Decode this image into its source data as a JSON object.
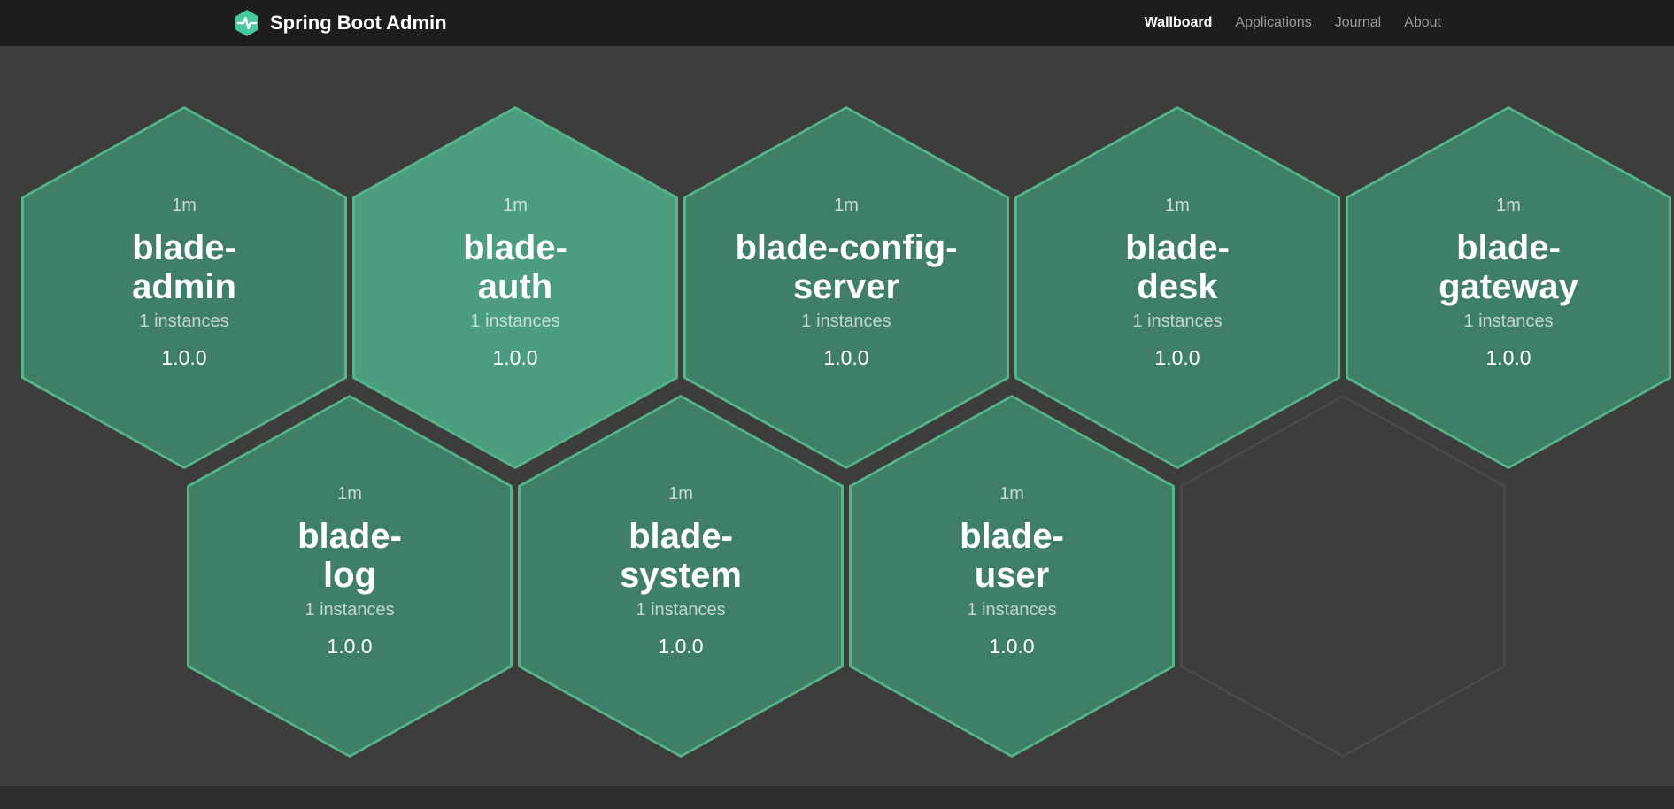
{
  "navbar": {
    "brand": "Spring Boot Admin",
    "items": [
      {
        "label": "Wallboard",
        "active": true
      },
      {
        "label": "Applications",
        "active": false
      },
      {
        "label": "Journal",
        "active": false
      },
      {
        "label": "About",
        "active": false
      }
    ]
  },
  "wallboard": {
    "applications": [
      {
        "uptime": "1m",
        "name": "blade-\nadmin",
        "instances": "1 instances",
        "version": "1.0.0",
        "status": "up"
      },
      {
        "uptime": "1m",
        "name": "blade-\nauth",
        "instances": "1 instances",
        "version": "1.0.0",
        "status": "up"
      },
      {
        "uptime": "1m",
        "name": "blade-config-\nserver",
        "instances": "1 instances",
        "version": "1.0.0",
        "status": "up"
      },
      {
        "uptime": "1m",
        "name": "blade-\ndesk",
        "instances": "1 instances",
        "version": "1.0.0",
        "status": "up"
      },
      {
        "uptime": "1m",
        "name": "blade-\ngateway",
        "instances": "1 instances",
        "version": "1.0.0",
        "status": "up"
      },
      {
        "uptime": "1m",
        "name": "blade-\nlog",
        "instances": "1 instances",
        "version": "1.0.0",
        "status": "up"
      },
      {
        "uptime": "1m",
        "name": "blade-\nsystem",
        "instances": "1 instances",
        "version": "1.0.0",
        "status": "up"
      },
      {
        "uptime": "1m",
        "name": "blade-\nuser",
        "instances": "1 instances",
        "version": "1.0.0",
        "status": "up"
      }
    ],
    "colors": {
      "hex_fill": "#3f7f68",
      "hex_border": "#55b689",
      "hex_fill_bright": "#4c9d7f",
      "empty_hex_border": "#4a4a4a",
      "background": "#3d3d3d",
      "navbar_background": "#1d1d1d",
      "brand_green": "#47c99b"
    }
  }
}
